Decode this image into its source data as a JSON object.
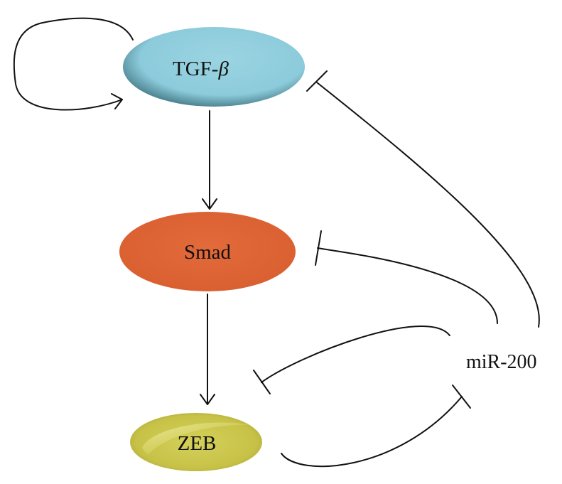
{
  "nodes": {
    "tgf": {
      "label_prefix": "TGF-",
      "label_symbol": "β",
      "color": "#8fcbd8"
    },
    "smad": {
      "label": "Smad",
      "color": "#e0683a"
    },
    "zeb": {
      "label": "ZEB",
      "color": "#c6c249"
    }
  },
  "regulator": {
    "label": "miR-200"
  },
  "edges": [
    {
      "from": "TGF-β",
      "to": "TGF-β",
      "type": "activation"
    },
    {
      "from": "TGF-β",
      "to": "Smad",
      "type": "activation"
    },
    {
      "from": "Smad",
      "to": "ZEB",
      "type": "activation"
    },
    {
      "from": "miR-200",
      "to": "TGF-β",
      "type": "inhibition"
    },
    {
      "from": "miR-200",
      "to": "Smad",
      "type": "inhibition"
    },
    {
      "from": "miR-200",
      "to": "ZEB",
      "type": "inhibition"
    },
    {
      "from": "ZEB",
      "to": "miR-200",
      "type": "inhibition"
    }
  ]
}
